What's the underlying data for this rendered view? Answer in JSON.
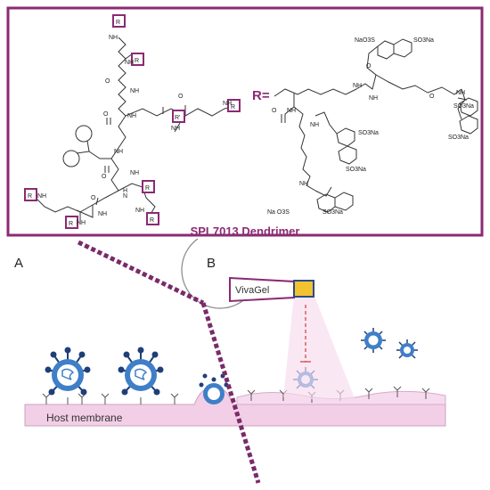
{
  "figure": {
    "title": "SPL7013 Dendrimer",
    "r_equals": "R=",
    "r_group": "R",
    "r_prime": "R'",
    "nh": "NH",
    "n": "N",
    "h": "H",
    "o": "O",
    "panel_a": "A",
    "panel_b": "B",
    "product": "VivaGel",
    "membrane": "Host membrane",
    "sulfonate_1": "NaO3S",
    "sulfonate_2": "SO3Na",
    "sulfonate_3": "SO3Na",
    "sulfonate_4": "SO3Na",
    "sulfonate_5": "SO3Na",
    "sulfonate_6": "SO3Na",
    "sulfonate_7": "Na O3S",
    "sulfonate_8": "SO3Na"
  },
  "colors": {
    "frame": "#8b2a73",
    "membrane_fill": "#f2cfe6",
    "membrane_edge": "#caa3bd",
    "virus_core": "#3f7fc8",
    "virus_spike": "#1f3f78",
    "virus_inner": "#ffffff",
    "gel_tip": "#f2c230",
    "inhibit": "#d23a3a",
    "chem_line": "#333333"
  }
}
